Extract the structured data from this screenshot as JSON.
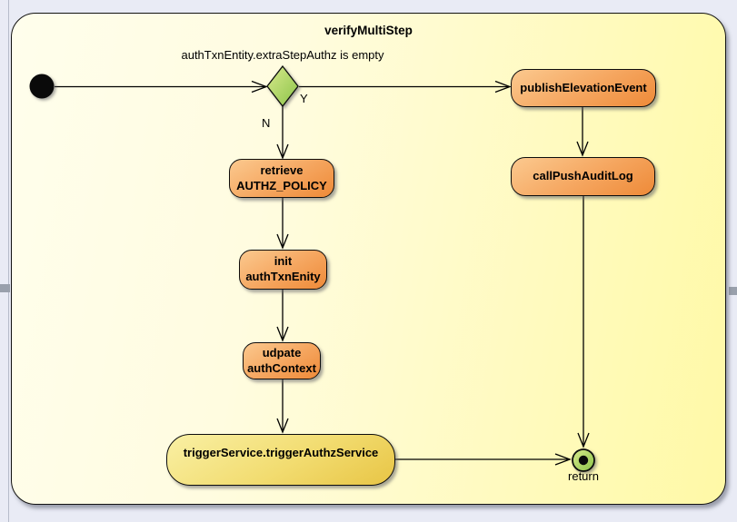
{
  "diagram": {
    "title": "verifyMultiStep",
    "condition_label": "authTxnEntity.extraStepAuthz is empty",
    "guard_yes": "Y",
    "guard_no": "N",
    "return_label": "return",
    "nodes": {
      "publish": {
        "label": "publishElevationEvent"
      },
      "audit": {
        "label": "callPushAuditLog"
      },
      "retrieve": {
        "label": "retrieve\nAUTHZ_POLICY"
      },
      "init": {
        "label": "init\nauthTxnEnity"
      },
      "update": {
        "label": "udpate\nauthContext"
      },
      "trigger": {
        "label": "triggerService.triggerAuthzService"
      }
    },
    "icons": {
      "start": "initial-node-icon",
      "end": "activity-final-icon",
      "decision": "decision-diamond-icon",
      "call_behavior": "linked-circles-icon"
    }
  },
  "colors": {
    "canvas_background": "#e9ebf5",
    "frame_fill_left": "#fffeec",
    "frame_fill_right": "#fff9a6",
    "action_fill_light": "#fbc98f",
    "action_fill_dark": "#ee8a38",
    "call_fill_light": "#f9f0a4",
    "call_fill_dark": "#e8c545",
    "decision_fill_light": "#d3e683",
    "decision_fill_dark": "#90c64c",
    "final_fill": "#9acd50",
    "edge_color": "#000000",
    "splitter_handle": "#99a0ac"
  }
}
